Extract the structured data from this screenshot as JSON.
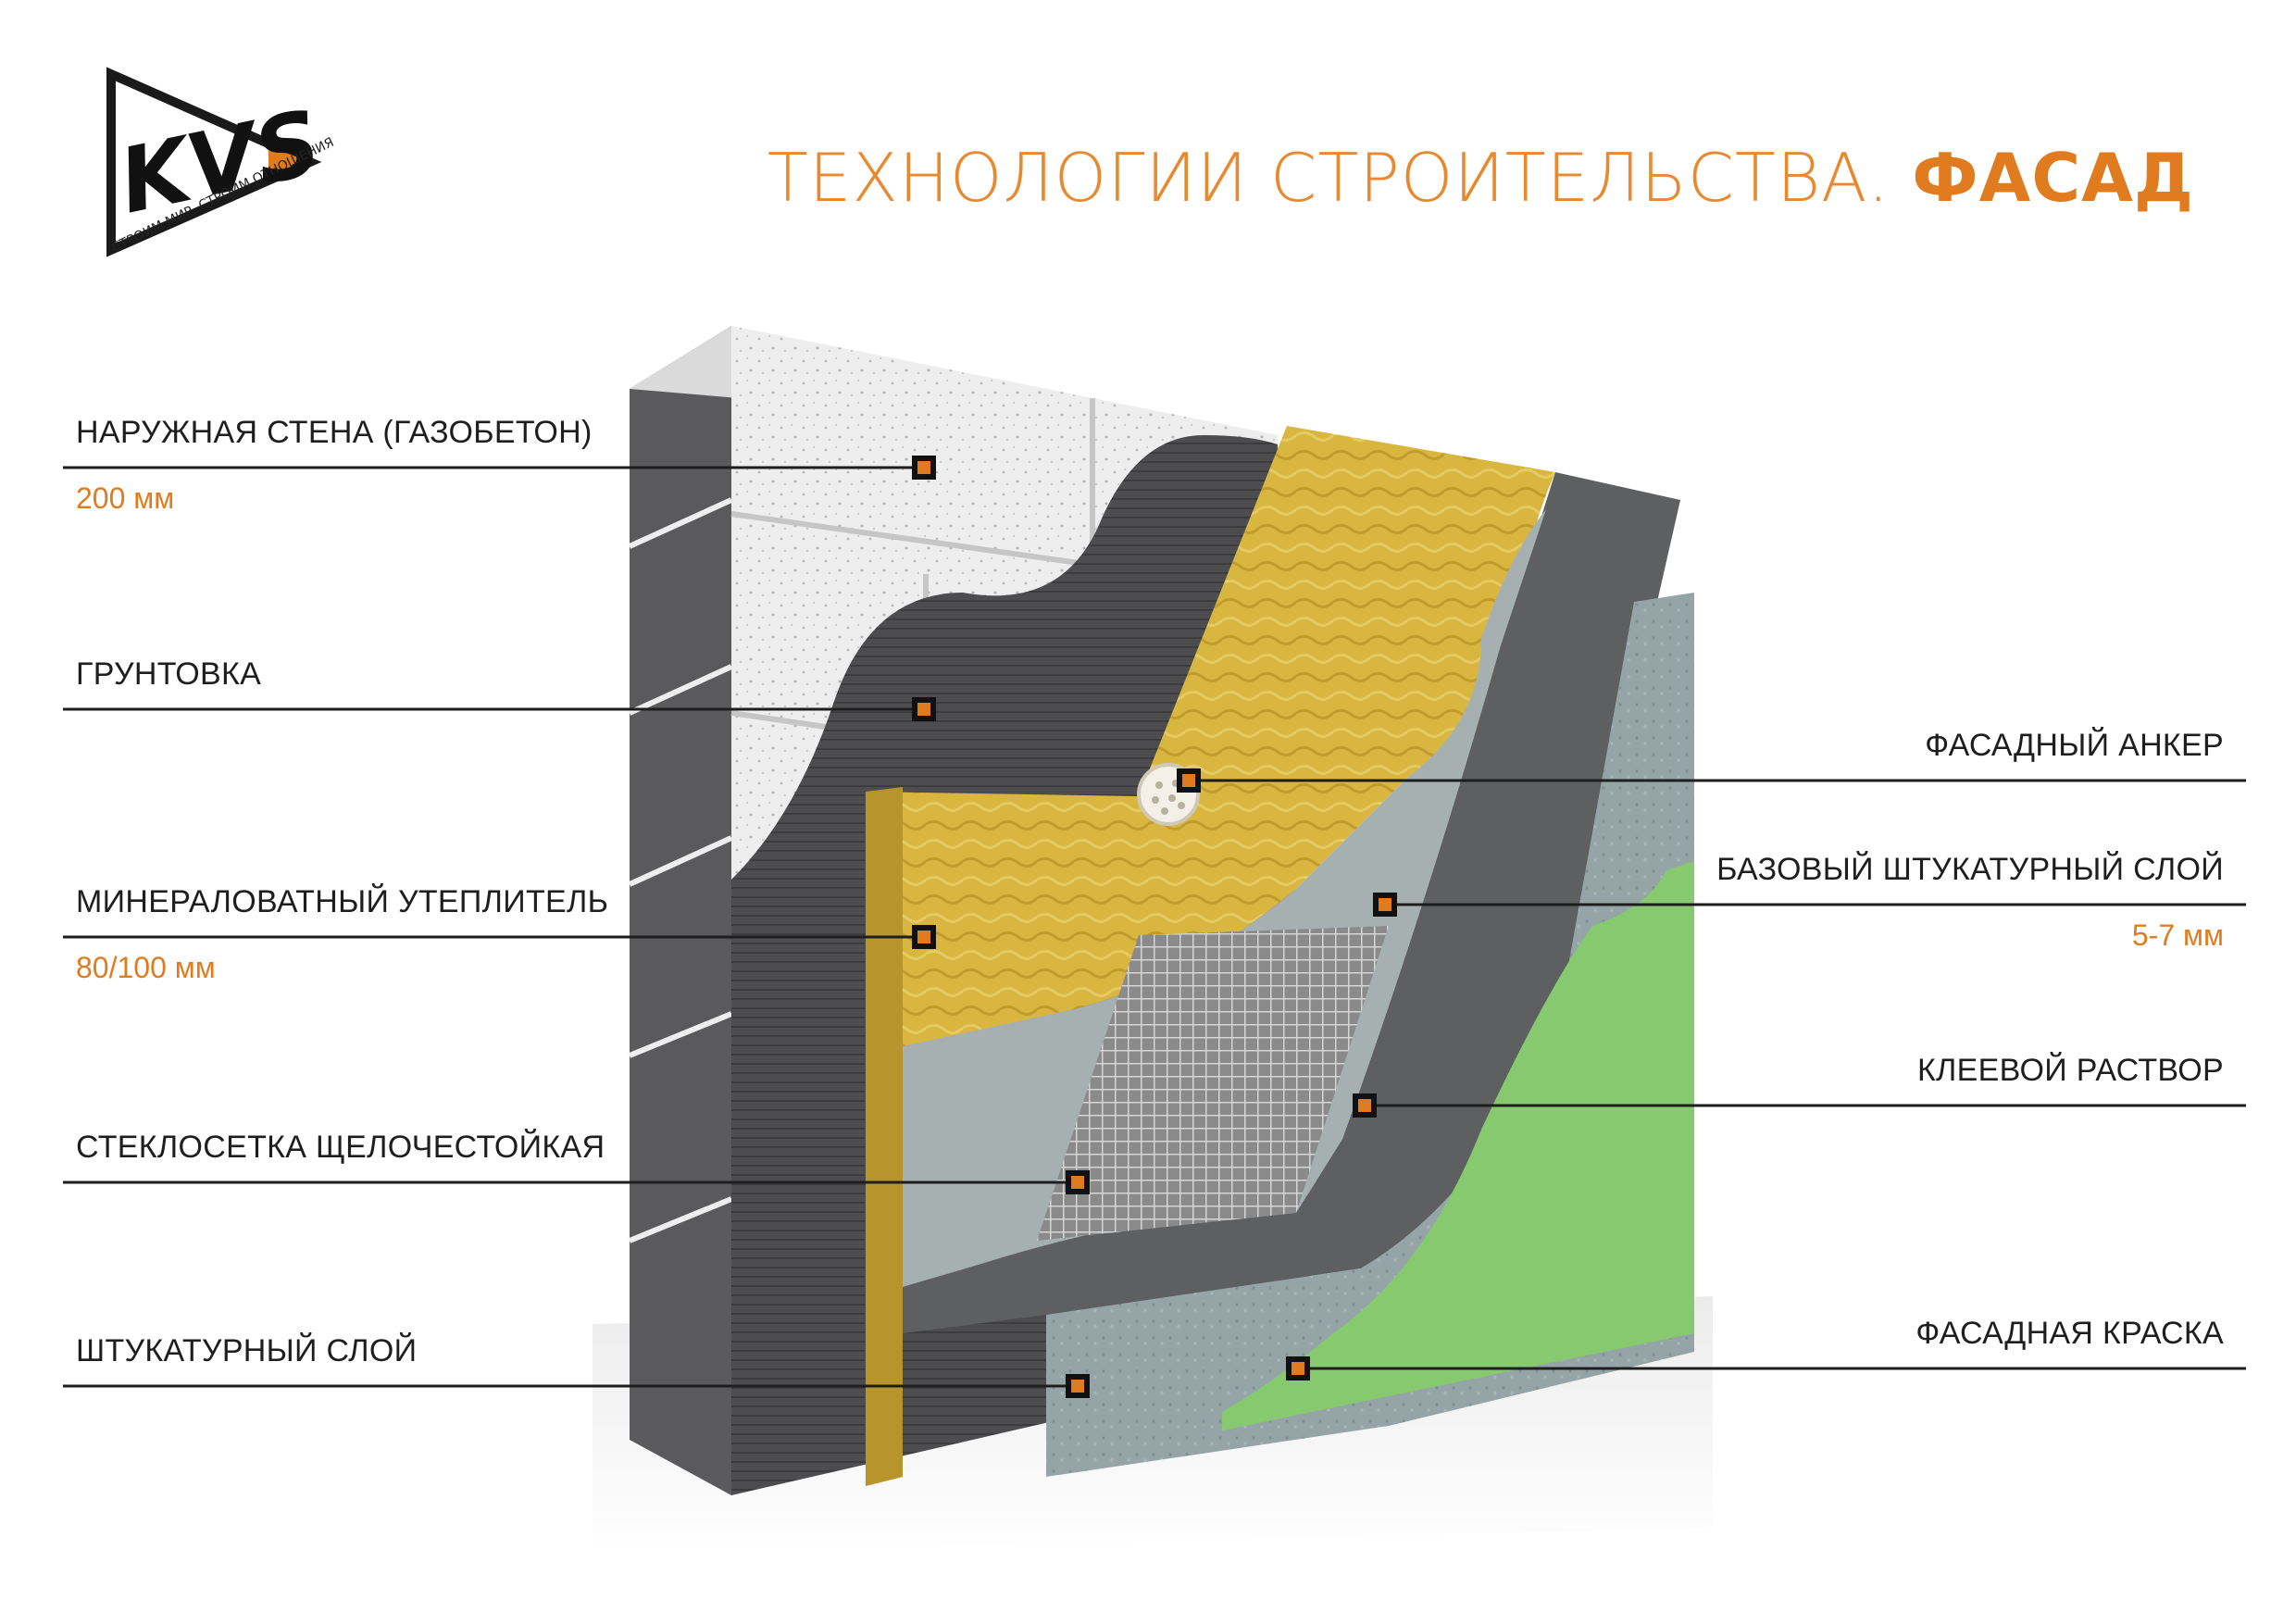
{
  "title": {
    "main": "ТЕХНОЛОГИИ СТРОИТЕЛЬСТВА. ",
    "accent": "ФАСАД"
  },
  "logo": {
    "letters": "KVS",
    "tagline": "СТРОИМ МИР. СТРОИМ ОТНОШЕНИЯ"
  },
  "colors": {
    "accent": "#e07c1f",
    "line": "#1e1e1e",
    "paint": "#86c96f",
    "wool": "#d8b640"
  },
  "layers_left": [
    {
      "label": "НАРУЖНАЯ СТЕНА (ГАЗОБЕТОН)",
      "value": "200 мм"
    },
    {
      "label": "ГРУНТОВКА",
      "value": ""
    },
    {
      "label": "МИНЕРАЛОВАТНЫЙ УТЕПЛИТЕЛЬ",
      "value": "80/100 мм"
    },
    {
      "label": "СТЕКЛОСЕТКА ЩЕЛОЧЕСТОЙКАЯ",
      "value": ""
    },
    {
      "label": "ШТУКАТУРНЫЙ СЛОЙ",
      "value": ""
    }
  ],
  "layers_right": [
    {
      "label": "ФАСАДНЫЙ АНКЕР",
      "value": ""
    },
    {
      "label": "БАЗОВЫЙ ШТУКАТУРНЫЙ СЛОЙ",
      "value": "5-7 мм"
    },
    {
      "label": "КЛЕЕВОЙ РАСТВОР",
      "value": ""
    },
    {
      "label": "ФАСАДНАЯ КРАСКА",
      "value": ""
    }
  ]
}
